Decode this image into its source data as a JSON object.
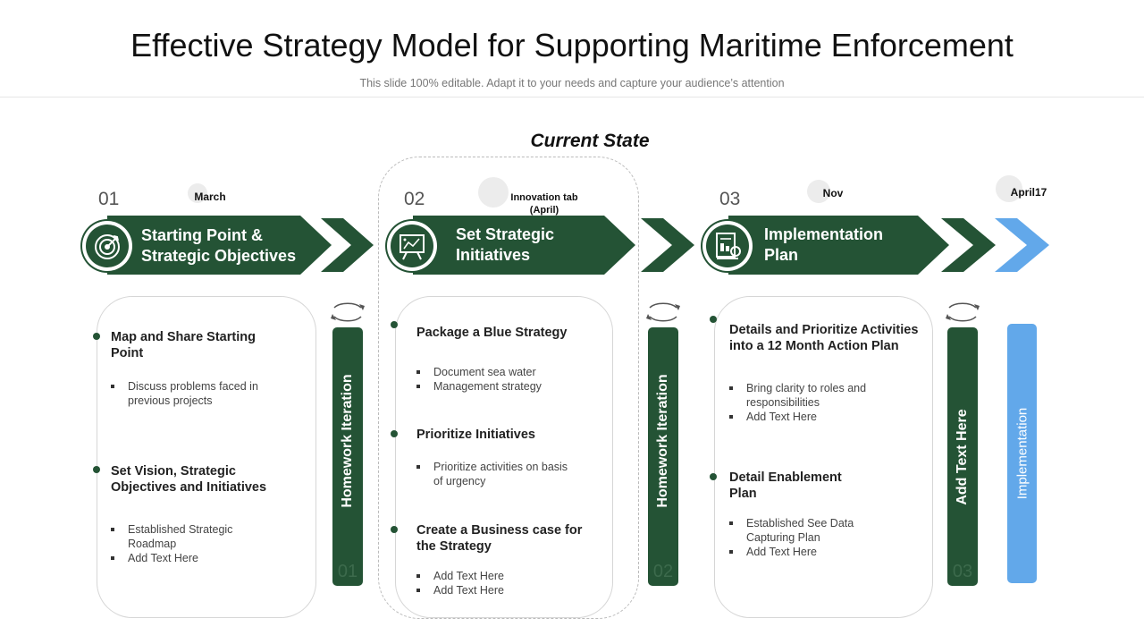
{
  "title": "Effective Strategy Model for Supporting Maritime Enforcement",
  "subtitle": "This slide 100% editable. Adapt it to your needs and capture your audience’s attention",
  "current_state": "Current State",
  "colors": {
    "primary_green": "#245335",
    "accent_blue": "#62a8ea",
    "card_border": "#d6d6d6"
  },
  "milestones": [
    {
      "label": "March"
    },
    {
      "label": "Innovation tab (April)"
    },
    {
      "label": "Nov"
    },
    {
      "label": "April17"
    }
  ],
  "stages": [
    {
      "number": "01",
      "title_line1": "Starting Point &",
      "title_line2": "Strategic Objectives",
      "icon": "target-icon",
      "items": [
        {
          "title": "Map and Share Starting Point",
          "subs": [
            "Discuss problems faced in previous projects"
          ]
        },
        {
          "title": "Set Vision, Strategic Objectives and Initiatives",
          "subs": [
            "Established Strategic Roadmap",
            "Add Text Here"
          ]
        }
      ],
      "bar": {
        "label": "Homework Iteration",
        "number": "01"
      }
    },
    {
      "number": "02",
      "title_line1": "Set Strategic",
      "title_line2": "Initiatives",
      "icon": "presentation-board-icon",
      "items": [
        {
          "title": "Package a Blue Strategy",
          "subs": [
            "Document sea water",
            "Management strategy"
          ]
        },
        {
          "title": "Prioritize Initiatives",
          "subs": [
            "Prioritize activities on basis of urgency"
          ]
        },
        {
          "title": "Create a Business case for the Strategy",
          "subs": [
            "Add Text Here",
            "Add Text Here"
          ]
        }
      ],
      "bar": {
        "label": "Homework Iteration",
        "number": "02"
      }
    },
    {
      "number": "03",
      "title_line1": "Implementation",
      "title_line2": "Plan",
      "icon": "plan-report-icon",
      "items": [
        {
          "title": "Details and Prioritize Activities into a 12 Month Action Plan",
          "subs": [
            "Bring clarity to roles and responsibilities",
            "Add Text Here"
          ]
        },
        {
          "title": "Detail Enablement Plan",
          "subs": [
            "Established See Data Capturing Plan",
            "Add Text Here"
          ]
        }
      ],
      "bar": {
        "label": "Add Text Here",
        "number": "03"
      }
    }
  ],
  "final_bar": {
    "label": "Implementation"
  }
}
